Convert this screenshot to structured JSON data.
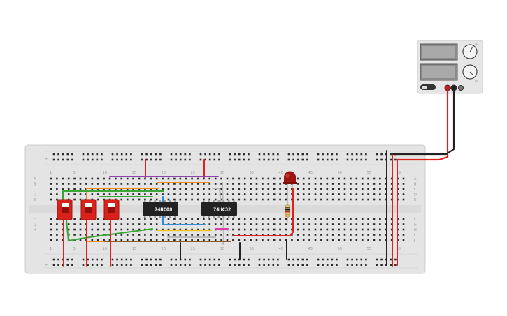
{
  "breadboard": {
    "column_labels": [
      "1",
      "5",
      "10",
      "15",
      "20",
      "25",
      "30",
      "35",
      "40",
      "45",
      "50",
      "55",
      "60"
    ],
    "row_labels_top": [
      "A",
      "B",
      "C",
      "D",
      "E"
    ],
    "row_labels_bottom": [
      "F",
      "G",
      "H",
      "I",
      "J"
    ],
    "rail_sign": "+"
  },
  "chips": [
    {
      "label": "74HC08"
    },
    {
      "label": "74HC32"
    }
  ],
  "power_supply": {
    "knob_labels": [
      "CC",
      "CV"
    ]
  },
  "colors": {
    "red": "#e0211b",
    "black": "#222222",
    "green": "#3aa635",
    "orange": "#f08c1e",
    "yellow": "#f2c21a",
    "purple": "#8e44ad",
    "blue": "#2e8bd8",
    "gray": "#b8b8b8",
    "brown": "#8b5a2b",
    "magenta": "#d63fa3"
  }
}
